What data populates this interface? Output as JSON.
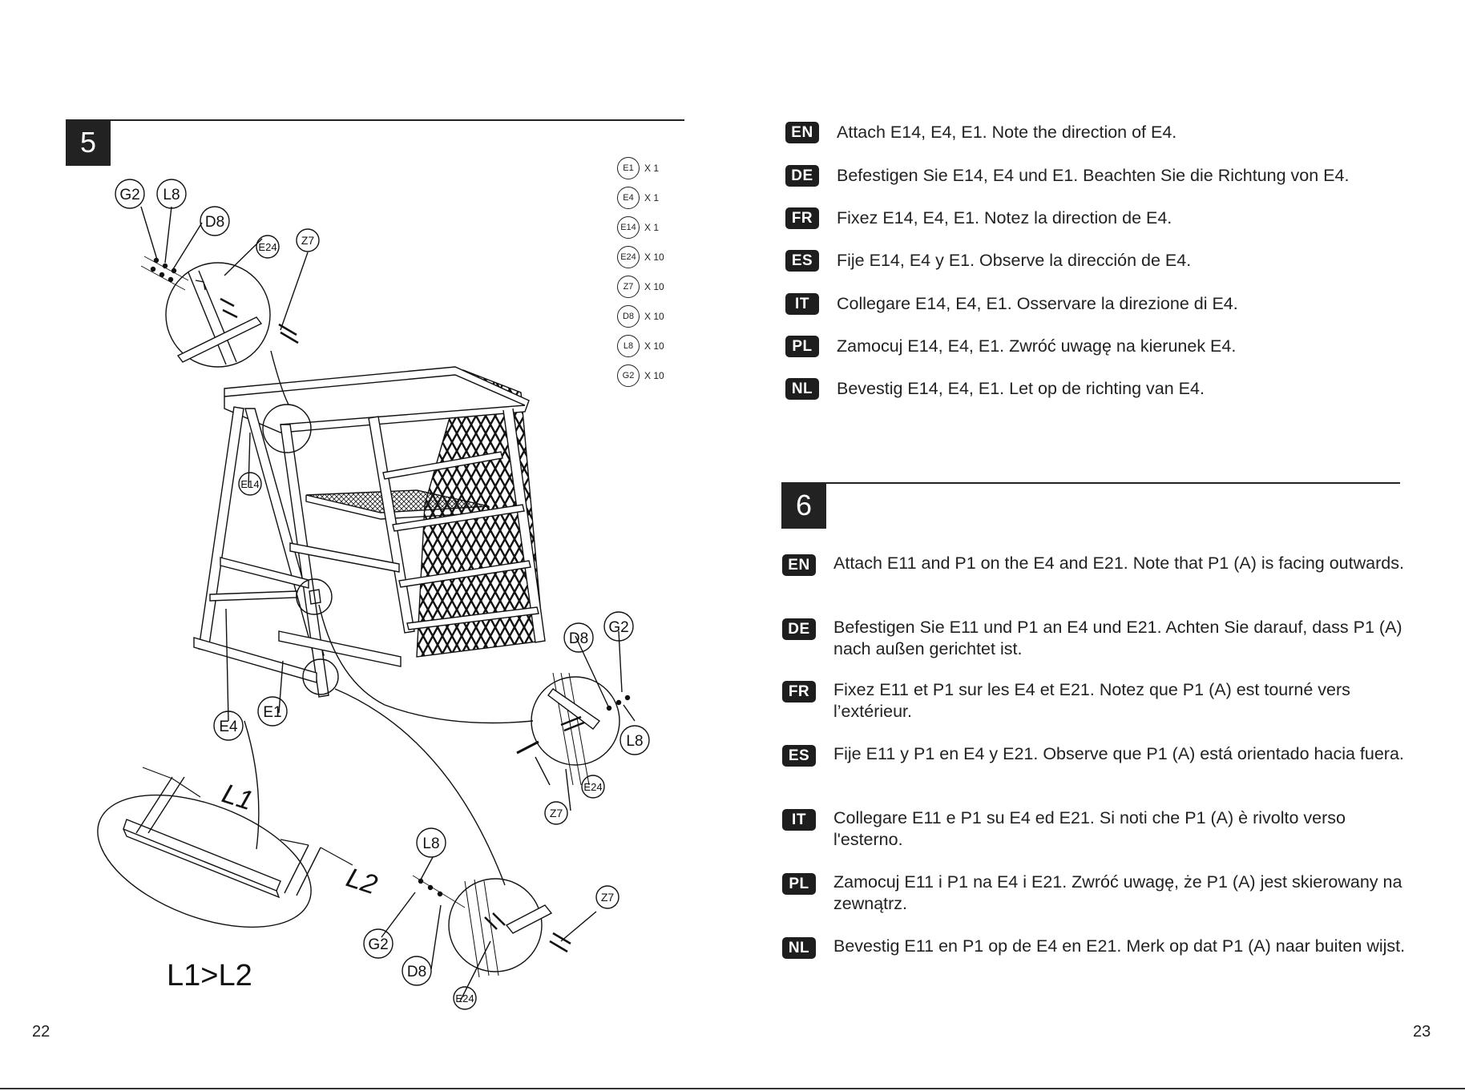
{
  "step5": {
    "number": "5",
    "parts": [
      {
        "code": "E1",
        "qty": "X 1"
      },
      {
        "code": "E4",
        "qty": "X 1"
      },
      {
        "code": "E14",
        "qty": "X 1"
      },
      {
        "code": "E24",
        "qty": "X 10"
      },
      {
        "code": "Z7",
        "qty": "X 10"
      },
      {
        "code": "D8",
        "qty": "X 10"
      },
      {
        "code": "L8",
        "qty": "X 10"
      },
      {
        "code": "G2",
        "qty": "X 10"
      }
    ],
    "callouts": {
      "g2_a": "G2",
      "l8_a": "L8",
      "d8_a": "D8",
      "e24_a": "E24",
      "z7_a": "Z7",
      "e14": "E14",
      "e4": "E4",
      "e1": "E1",
      "d8_b": "D8",
      "g2_b": "G2",
      "l8_b": "L8",
      "e24_b": "E24",
      "z7_b": "Z7",
      "l8_c": "L8",
      "g2_c": "G2",
      "d8_c": "D8",
      "e24_c": "E24",
      "z7_c": "Z7"
    },
    "dim_l1": "L1",
    "dim_l2": "L2",
    "dim_rule": "L1>L2",
    "instructions": [
      {
        "lang": "EN",
        "text": "Attach E14, E4, E1. Note the direction of E4."
      },
      {
        "lang": "DE",
        "text": "Befestigen Sie E14, E4 und E1. Beachten Sie die Richtung von E4."
      },
      {
        "lang": "FR",
        "text": "Fixez E14, E4, E1. Notez la direction de E4."
      },
      {
        "lang": "ES",
        "text": "Fije E14, E4 y E1. Observe la dirección de E4."
      },
      {
        "lang": "IT",
        "text": "Collegare E14, E4, E1. Osservare la direzione di E4."
      },
      {
        "lang": "PL",
        "text": "Zamocuj E14, E4, E1. Zwróć uwagę na kierunek E4."
      },
      {
        "lang": "NL",
        "text": "Bevestig E14, E4, E1. Let op de richting van E4."
      }
    ]
  },
  "step6": {
    "number": "6",
    "instructions": [
      {
        "lang": "EN",
        "text": "Attach E11 and P1 on the E4 and E21. Note that P1 (A) is facing outwards."
      },
      {
        "lang": "DE",
        "text": "Befestigen Sie E11 und P1 an E4 und E21. Achten Sie darauf, dass P1 (A) nach außen gerichtet ist."
      },
      {
        "lang": "FR",
        "text": "Fixez E11 et P1 sur les E4 et E21. Notez que P1 (A) est tourné vers l’extérieur."
      },
      {
        "lang": "ES",
        "text": "Fije E11 y P1 en E4 y E21. Observe que P1 (A) está orientado hacia fuera."
      },
      {
        "lang": "IT",
        "text": "Collegare E11 e P1 su E4 ed E21. Si noti che P1 (A) è rivolto verso l'esterno."
      },
      {
        "lang": "PL",
        "text": "Zamocuj E11 i P1 na E4 i E21. Zwróć uwagę, że P1 (A) jest skierowany na zewnątrz."
      },
      {
        "lang": "NL",
        "text": "Bevestig E11 en P1 op de E4 en E21. Merk op dat P1 (A) naar buiten wijst."
      }
    ]
  },
  "pages": {
    "left": "22",
    "right": "23"
  }
}
